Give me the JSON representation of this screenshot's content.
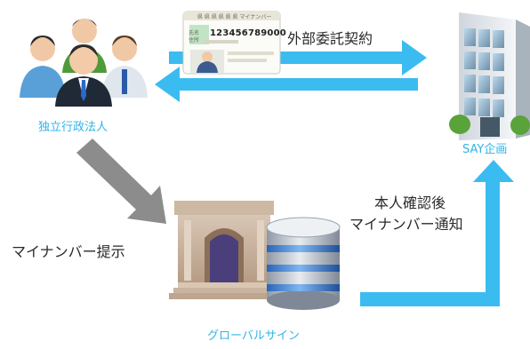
{
  "nodes": {
    "agency": {
      "label": "独立行政法人"
    },
    "say": {
      "label": "SAY企画"
    },
    "globalsign": {
      "label": "グローバルサイン"
    }
  },
  "id_card": {
    "number": "123456789000",
    "header_text": "県 県 県 県 県 県  マイナンバー",
    "field_labels": [
      "氏名",
      "住所"
    ]
  },
  "edges": {
    "contract": {
      "label": "外部委託契約"
    },
    "submit": {
      "label": "マイナンバー提示"
    },
    "notify": {
      "label_line1": "本人確認後",
      "label_line2": "マイナンバー通知"
    }
  },
  "colors": {
    "arrow_blue": "#3bbcf0",
    "arrow_gray": "#8c8c8c",
    "label_blue": "#2fb4e8"
  }
}
